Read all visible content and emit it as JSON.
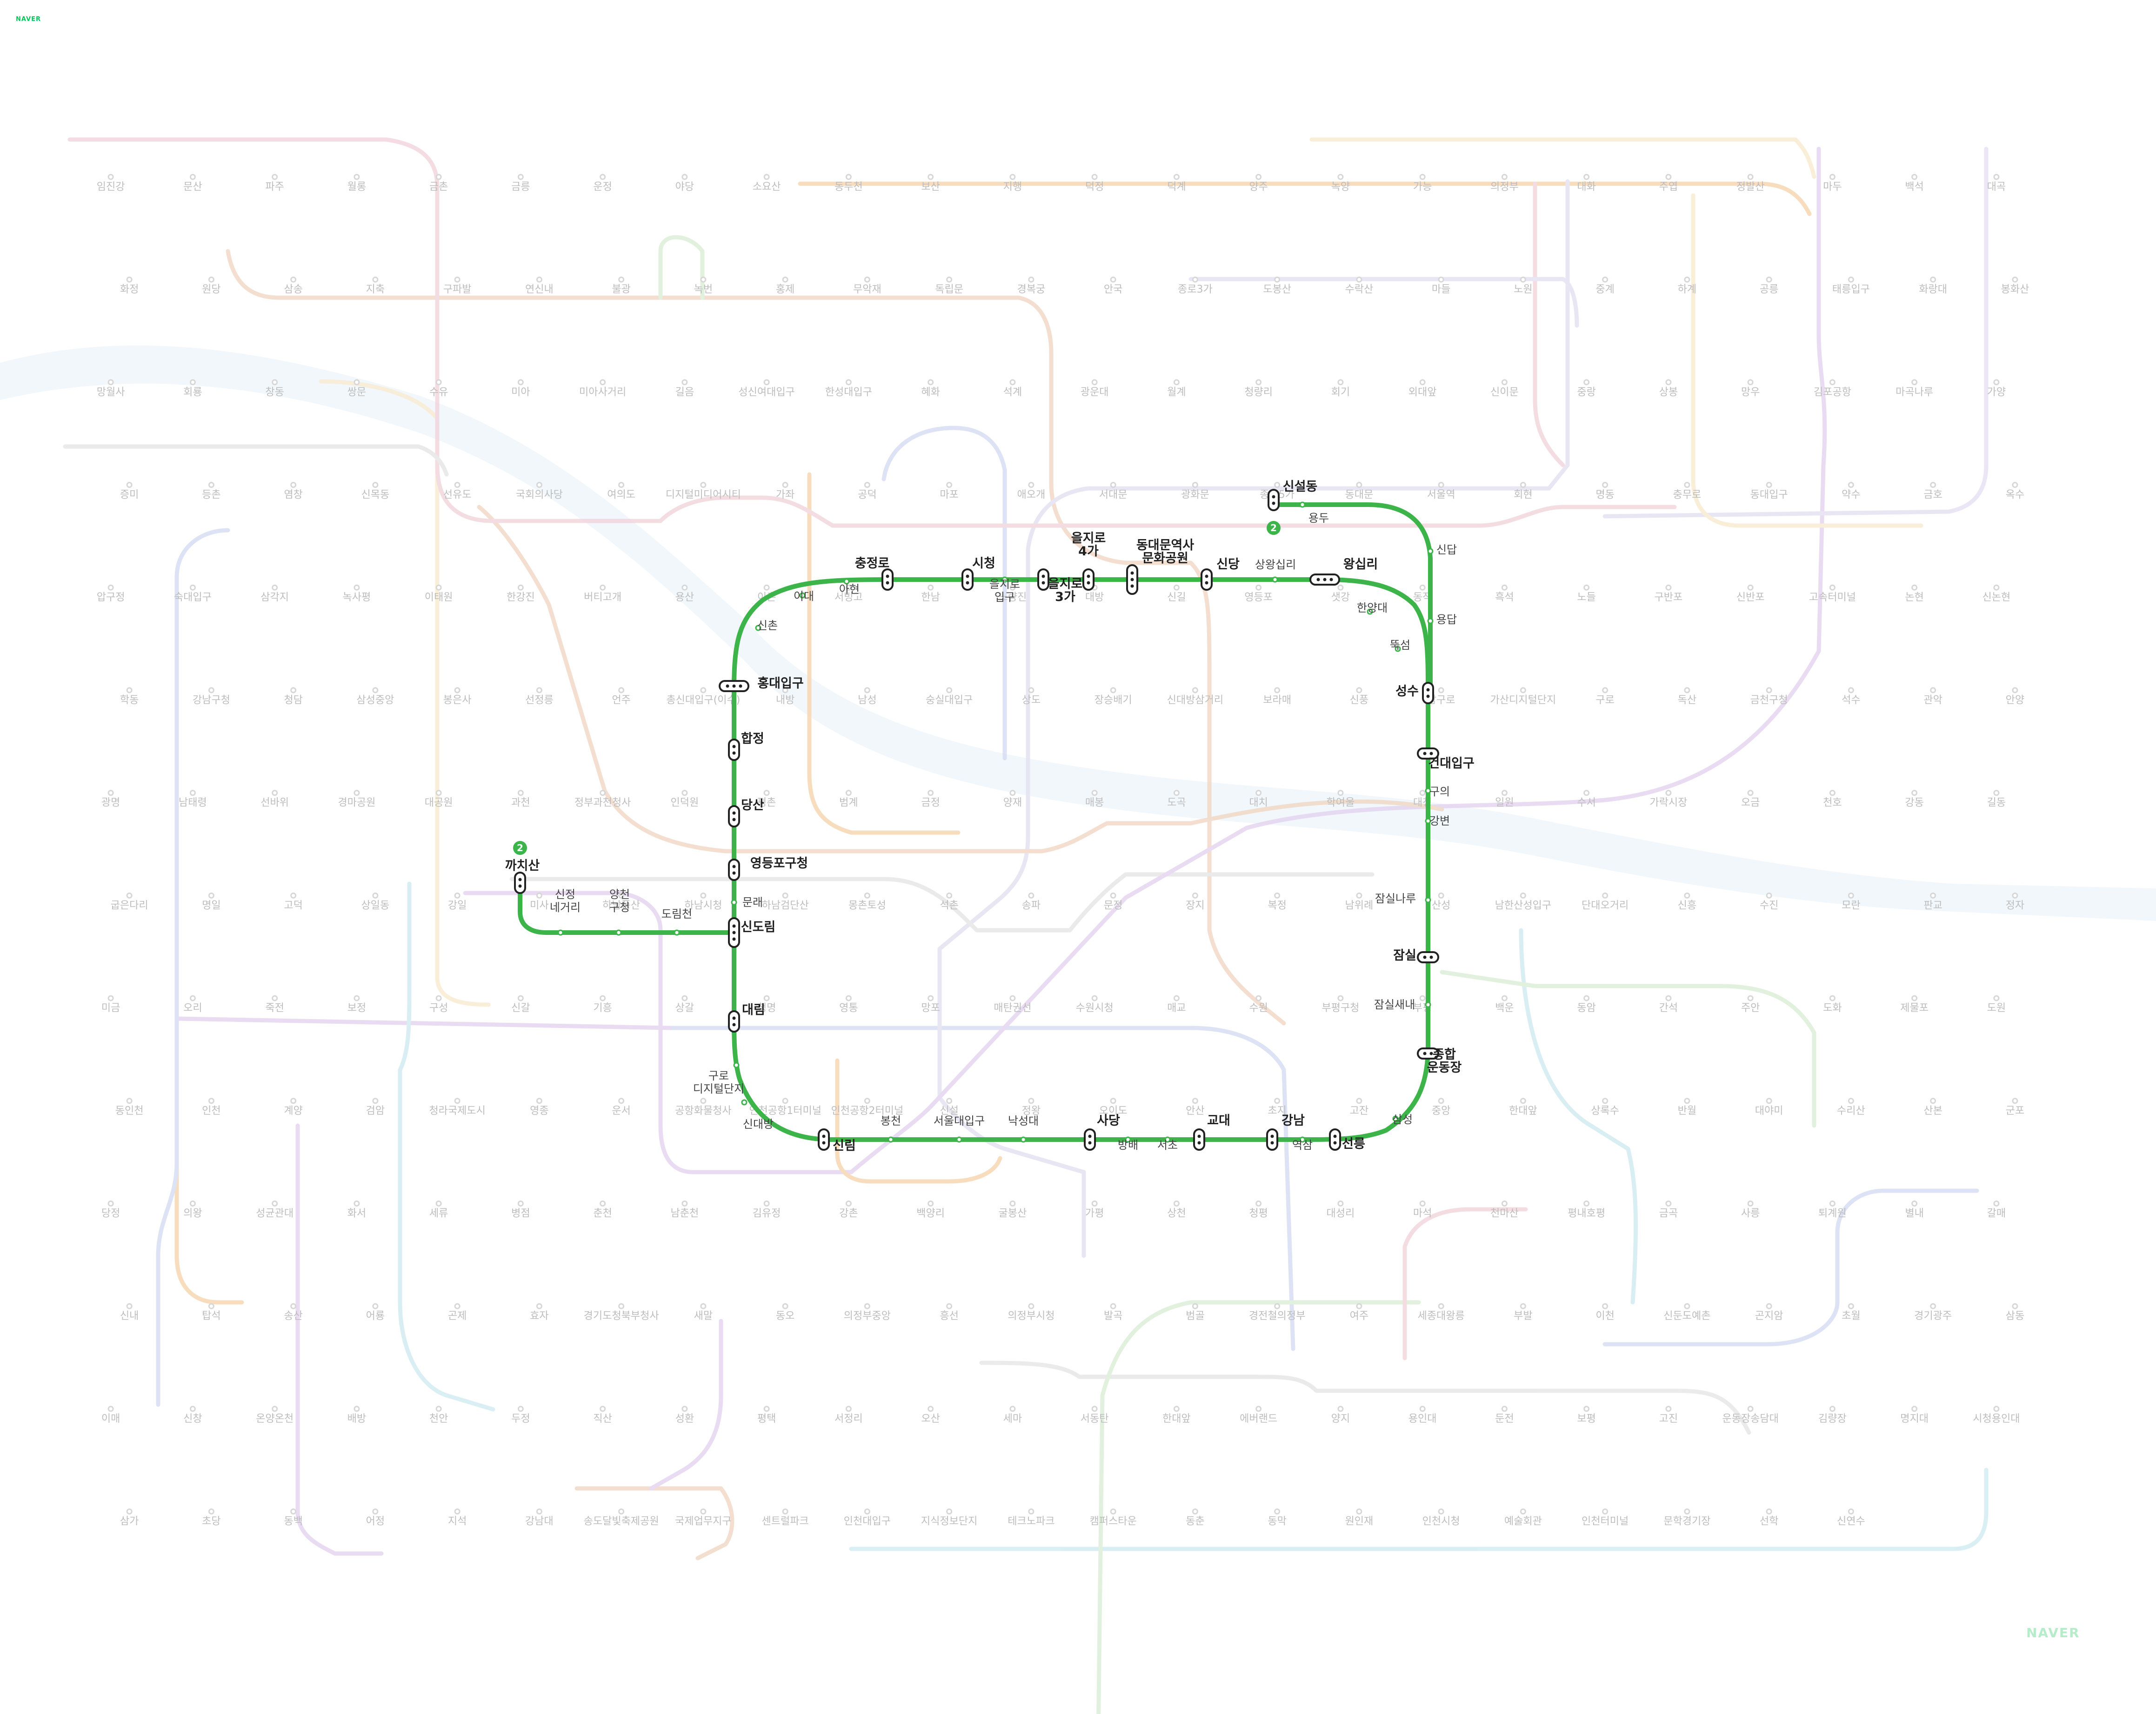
{
  "brand": {
    "top": "NAVER",
    "bottom": "NAVER"
  },
  "colors": {
    "highlight_line": "#3cb44a",
    "station_fill": "#ffffff",
    "station_stroke": "#222222",
    "badge": "#3cb44a",
    "dim_lines": [
      "#f7d7b3",
      "#d8ddf3",
      "#e4d5f0",
      "#d3ecf2",
      "#f1d9c7",
      "#dcefd9",
      "#f3d6df",
      "#e6e2f3",
      "#f9ecd2",
      "#e7e7e7"
    ]
  },
  "line2": {
    "badge_number": "2",
    "stations": [
      {
        "name": "충정로"
      },
      {
        "name": "시청"
      },
      {
        "name": "을지로\n입구"
      },
      {
        "name": "을지로\n3가"
      },
      {
        "name": "을지로\n4가"
      },
      {
        "name": "동대문역사\n문화공원"
      },
      {
        "name": "신당"
      },
      {
        "name": "상왕십리"
      },
      {
        "name": "왕십리"
      },
      {
        "name": "한양대"
      },
      {
        "name": "뚝섬"
      },
      {
        "name": "성수"
      },
      {
        "name": "건대입구"
      },
      {
        "name": "구의"
      },
      {
        "name": "강변"
      },
      {
        "name": "잠실나루"
      },
      {
        "name": "잠실"
      },
      {
        "name": "잠실새내"
      },
      {
        "name": "종합\n운동장"
      },
      {
        "name": "삼성"
      },
      {
        "name": "선릉"
      },
      {
        "name": "역삼"
      },
      {
        "name": "강남"
      },
      {
        "name": "교대"
      },
      {
        "name": "서초"
      },
      {
        "name": "방배"
      },
      {
        "name": "사당"
      },
      {
        "name": "낙성대"
      },
      {
        "name": "서울대입구"
      },
      {
        "name": "봉천"
      },
      {
        "name": "신림"
      },
      {
        "name": "신대방"
      },
      {
        "name": "구로\n디지털단지"
      },
      {
        "name": "대림"
      },
      {
        "name": "신도림"
      },
      {
        "name": "문래"
      },
      {
        "name": "영등포구청"
      },
      {
        "name": "당산"
      },
      {
        "name": "합정"
      },
      {
        "name": "홍대입구"
      },
      {
        "name": "신촌"
      },
      {
        "name": "이대"
      },
      {
        "name": "아현"
      },
      {
        "name": "신설동"
      },
      {
        "name": "용두"
      },
      {
        "name": "신답"
      },
      {
        "name": "용답"
      },
      {
        "name": "까치산"
      },
      {
        "name": "신정\n네거리"
      },
      {
        "name": "양천\n구청"
      },
      {
        "name": "도림천"
      }
    ]
  },
  "dim_stations": [
    {
      "name": "임진강"
    },
    {
      "name": "문산"
    },
    {
      "name": "파주"
    },
    {
      "name": "월롱"
    },
    {
      "name": "금촌"
    },
    {
      "name": "금릉"
    },
    {
      "name": "운정"
    },
    {
      "name": "야당"
    },
    {
      "name": "소요산"
    },
    {
      "name": "동두천"
    },
    {
      "name": "보산"
    },
    {
      "name": "지행"
    },
    {
      "name": "덕정"
    },
    {
      "name": "덕계"
    },
    {
      "name": "양주"
    },
    {
      "name": "녹양"
    },
    {
      "name": "가능"
    },
    {
      "name": "의정부"
    },
    {
      "name": "대화"
    },
    {
      "name": "주엽"
    },
    {
      "name": "정발산"
    },
    {
      "name": "마두"
    },
    {
      "name": "백석"
    },
    {
      "name": "대곡"
    },
    {
      "name": "화정"
    },
    {
      "name": "원당"
    },
    {
      "name": "삼송"
    },
    {
      "name": "지축"
    },
    {
      "name": "구파발"
    },
    {
      "name": "연신내"
    },
    {
      "name": "불광"
    },
    {
      "name": "녹번"
    },
    {
      "name": "홍제"
    },
    {
      "name": "무악재"
    },
    {
      "name": "독립문"
    },
    {
      "name": "경복궁"
    },
    {
      "name": "안국"
    },
    {
      "name": "종로3가"
    },
    {
      "name": "도봉산"
    },
    {
      "name": "수락산"
    },
    {
      "name": "마들"
    },
    {
      "name": "노원"
    },
    {
      "name": "중계"
    },
    {
      "name": "하계"
    },
    {
      "name": "공릉"
    },
    {
      "name": "태릉입구"
    },
    {
      "name": "화랑대"
    },
    {
      "name": "봉화산"
    },
    {
      "name": "망월사"
    },
    {
      "name": "회룡"
    },
    {
      "name": "창동"
    },
    {
      "name": "쌍문"
    },
    {
      "name": "수유"
    },
    {
      "name": "미아"
    },
    {
      "name": "미아사거리"
    },
    {
      "name": "길음"
    },
    {
      "name": "성신여대입구"
    },
    {
      "name": "한성대입구"
    },
    {
      "name": "혜화"
    },
    {
      "name": "석계"
    },
    {
      "name": "광운대"
    },
    {
      "name": "월계"
    },
    {
      "name": "청량리"
    },
    {
      "name": "회기"
    },
    {
      "name": "외대앞"
    },
    {
      "name": "신이문"
    },
    {
      "name": "중랑"
    },
    {
      "name": "상봉"
    },
    {
      "name": "망우"
    },
    {
      "name": "김포공항"
    },
    {
      "name": "마곡나루"
    },
    {
      "name": "가양"
    },
    {
      "name": "증미"
    },
    {
      "name": "등촌"
    },
    {
      "name": "염창"
    },
    {
      "name": "신목동"
    },
    {
      "name": "선유도"
    },
    {
      "name": "국회의사당"
    },
    {
      "name": "여의도"
    },
    {
      "name": "디지털미디어시티"
    },
    {
      "name": "가좌"
    },
    {
      "name": "공덕"
    },
    {
      "name": "마포"
    },
    {
      "name": "애오개"
    },
    {
      "name": "서대문"
    },
    {
      "name": "광화문"
    },
    {
      "name": "종로5가"
    },
    {
      "name": "동대문"
    },
    {
      "name": "서울역"
    },
    {
      "name": "회현"
    },
    {
      "name": "명동"
    },
    {
      "name": "충무로"
    },
    {
      "name": "동대입구"
    },
    {
      "name": "약수"
    },
    {
      "name": "금호"
    },
    {
      "name": "옥수"
    },
    {
      "name": "압구정"
    },
    {
      "name": "숙대입구"
    },
    {
      "name": "삼각지"
    },
    {
      "name": "녹사평"
    },
    {
      "name": "이태원"
    },
    {
      "name": "한강진"
    },
    {
      "name": "버티고개"
    },
    {
      "name": "용산"
    },
    {
      "name": "이촌"
    },
    {
      "name": "서빙고"
    },
    {
      "name": "한남"
    },
    {
      "name": "노량진"
    },
    {
      "name": "대방"
    },
    {
      "name": "신길"
    },
    {
      "name": "영등포"
    },
    {
      "name": "샛강"
    },
    {
      "name": "동작"
    },
    {
      "name": "흑석"
    },
    {
      "name": "노들"
    },
    {
      "name": "구반포"
    },
    {
      "name": "신반포"
    },
    {
      "name": "고속터미널"
    },
    {
      "name": "논현"
    },
    {
      "name": "신논현"
    },
    {
      "name": "학동"
    },
    {
      "name": "강남구청"
    },
    {
      "name": "청담"
    },
    {
      "name": "삼성중앙"
    },
    {
      "name": "봉은사"
    },
    {
      "name": "선정릉"
    },
    {
      "name": "언주"
    },
    {
      "name": "총신대입구(이수)"
    },
    {
      "name": "내방"
    },
    {
      "name": "남성"
    },
    {
      "name": "숭실대입구"
    },
    {
      "name": "상도"
    },
    {
      "name": "장승배기"
    },
    {
      "name": "신대방삼거리"
    },
    {
      "name": "보라매"
    },
    {
      "name": "신풍"
    },
    {
      "name": "남구로"
    },
    {
      "name": "가산디지털단지"
    },
    {
      "name": "구로"
    },
    {
      "name": "독산"
    },
    {
      "name": "금천구청"
    },
    {
      "name": "석수"
    },
    {
      "name": "관악"
    },
    {
      "name": "안양"
    },
    {
      "name": "광명"
    },
    {
      "name": "남태령"
    },
    {
      "name": "선바위"
    },
    {
      "name": "경마공원"
    },
    {
      "name": "대공원"
    },
    {
      "name": "과천"
    },
    {
      "name": "정부과천청사"
    },
    {
      "name": "인덕원"
    },
    {
      "name": "평촌"
    },
    {
      "name": "범계"
    },
    {
      "name": "금정"
    },
    {
      "name": "양재"
    },
    {
      "name": "매봉"
    },
    {
      "name": "도곡"
    },
    {
      "name": "대치"
    },
    {
      "name": "학여울"
    },
    {
      "name": "대청"
    },
    {
      "name": "일원"
    },
    {
      "name": "수서"
    },
    {
      "name": "가락시장"
    },
    {
      "name": "오금"
    },
    {
      "name": "천호"
    },
    {
      "name": "강동"
    },
    {
      "name": "길동"
    },
    {
      "name": "굽은다리"
    },
    {
      "name": "명일"
    },
    {
      "name": "고덕"
    },
    {
      "name": "상일동"
    },
    {
      "name": "강일"
    },
    {
      "name": "미사"
    },
    {
      "name": "하남풍산"
    },
    {
      "name": "하남시청"
    },
    {
      "name": "하남검단산"
    },
    {
      "name": "몽촌토성"
    },
    {
      "name": "석촌"
    },
    {
      "name": "송파"
    },
    {
      "name": "문정"
    },
    {
      "name": "장지"
    },
    {
      "name": "복정"
    },
    {
      "name": "남위례"
    },
    {
      "name": "산성"
    },
    {
      "name": "남한산성입구"
    },
    {
      "name": "단대오거리"
    },
    {
      "name": "신흥"
    },
    {
      "name": "수진"
    },
    {
      "name": "모란"
    },
    {
      "name": "판교"
    },
    {
      "name": "정자"
    },
    {
      "name": "미금"
    },
    {
      "name": "오리"
    },
    {
      "name": "죽전"
    },
    {
      "name": "보정"
    },
    {
      "name": "구성"
    },
    {
      "name": "신갈"
    },
    {
      "name": "기흥"
    },
    {
      "name": "상갈"
    },
    {
      "name": "청명"
    },
    {
      "name": "영통"
    },
    {
      "name": "망포"
    },
    {
      "name": "매탄권선"
    },
    {
      "name": "수원시청"
    },
    {
      "name": "매교"
    },
    {
      "name": "수원"
    },
    {
      "name": "부평구청"
    },
    {
      "name": "부평"
    },
    {
      "name": "백운"
    },
    {
      "name": "동암"
    },
    {
      "name": "간석"
    },
    {
      "name": "주안"
    },
    {
      "name": "도화"
    },
    {
      "name": "제물포"
    },
    {
      "name": "도원"
    },
    {
      "name": "동인천"
    },
    {
      "name": "인천"
    },
    {
      "name": "계양"
    },
    {
      "name": "검암"
    },
    {
      "name": "청라국제도시"
    },
    {
      "name": "영종"
    },
    {
      "name": "운서"
    },
    {
      "name": "공항화물청사"
    },
    {
      "name": "인천공항1터미널"
    },
    {
      "name": "인천공항2터미널"
    },
    {
      "name": "신설"
    },
    {
      "name": "정왕"
    },
    {
      "name": "오이도"
    },
    {
      "name": "안산"
    },
    {
      "name": "초지"
    },
    {
      "name": "고잔"
    },
    {
      "name": "중앙"
    },
    {
      "name": "한대앞"
    },
    {
      "name": "상록수"
    },
    {
      "name": "반월"
    },
    {
      "name": "대야미"
    },
    {
      "name": "수리산"
    },
    {
      "name": "산본"
    },
    {
      "name": "군포"
    },
    {
      "name": "당정"
    },
    {
      "name": "의왕"
    },
    {
      "name": "성균관대"
    },
    {
      "name": "화서"
    },
    {
      "name": "세류"
    },
    {
      "name": "병점"
    },
    {
      "name": "춘천"
    },
    {
      "name": "남춘천"
    },
    {
      "name": "김유정"
    },
    {
      "name": "강촌"
    },
    {
      "name": "백양리"
    },
    {
      "name": "굴봉산"
    },
    {
      "name": "가평"
    },
    {
      "name": "상천"
    },
    {
      "name": "청평"
    },
    {
      "name": "대성리"
    },
    {
      "name": "마석"
    },
    {
      "name": "천마산"
    },
    {
      "name": "평내호평"
    },
    {
      "name": "금곡"
    },
    {
      "name": "사릉"
    },
    {
      "name": "퇴계원"
    },
    {
      "name": "별내"
    },
    {
      "name": "갈매"
    },
    {
      "name": "신내"
    },
    {
      "name": "탑석"
    },
    {
      "name": "송산"
    },
    {
      "name": "어룡"
    },
    {
      "name": "곤제"
    },
    {
      "name": "효자"
    },
    {
      "name": "경기도청북부청사"
    },
    {
      "name": "새말"
    },
    {
      "name": "동오"
    },
    {
      "name": "의정부중앙"
    },
    {
      "name": "흥선"
    },
    {
      "name": "의정부시청"
    },
    {
      "name": "발곡"
    },
    {
      "name": "범골"
    },
    {
      "name": "경전철의정부"
    },
    {
      "name": "여주"
    },
    {
      "name": "세종대왕릉"
    },
    {
      "name": "부발"
    },
    {
      "name": "이천"
    },
    {
      "name": "신둔도예촌"
    },
    {
      "name": "곤지암"
    },
    {
      "name": "초월"
    },
    {
      "name": "경기광주"
    },
    {
      "name": "삼동"
    },
    {
      "name": "이매"
    },
    {
      "name": "신창"
    },
    {
      "name": "온양온천"
    },
    {
      "name": "배방"
    },
    {
      "name": "천안"
    },
    {
      "name": "두정"
    },
    {
      "name": "직산"
    },
    {
      "name": "성환"
    },
    {
      "name": "평택"
    },
    {
      "name": "서정리"
    },
    {
      "name": "오산"
    },
    {
      "name": "세마"
    },
    {
      "name": "서동탄"
    },
    {
      "name": "한대앞"
    },
    {
      "name": "에버랜드"
    },
    {
      "name": "양지"
    },
    {
      "name": "용인대"
    },
    {
      "name": "둔전"
    },
    {
      "name": "보평"
    },
    {
      "name": "고진"
    },
    {
      "name": "운동장송담대"
    },
    {
      "name": "김량장"
    },
    {
      "name": "명지대"
    },
    {
      "name": "시청용인대"
    },
    {
      "name": "삼가"
    },
    {
      "name": "초당"
    },
    {
      "name": "동백"
    },
    {
      "name": "어정"
    },
    {
      "name": "지석"
    },
    {
      "name": "강남대"
    },
    {
      "name": "송도달빛축제공원"
    },
    {
      "name": "국제업무지구"
    },
    {
      "name": "센트럴파크"
    },
    {
      "name": "인천대입구"
    },
    {
      "name": "지식정보단지"
    },
    {
      "name": "테크노파크"
    },
    {
      "name": "캠퍼스타운"
    },
    {
      "name": "동춘"
    },
    {
      "name": "동막"
    },
    {
      "name": "원인재"
    },
    {
      "name": "인천시청"
    },
    {
      "name": "예술회관"
    },
    {
      "name": "인천터미널"
    },
    {
      "name": "문학경기장"
    },
    {
      "name": "선학"
    },
    {
      "name": "신연수"
    }
  ]
}
